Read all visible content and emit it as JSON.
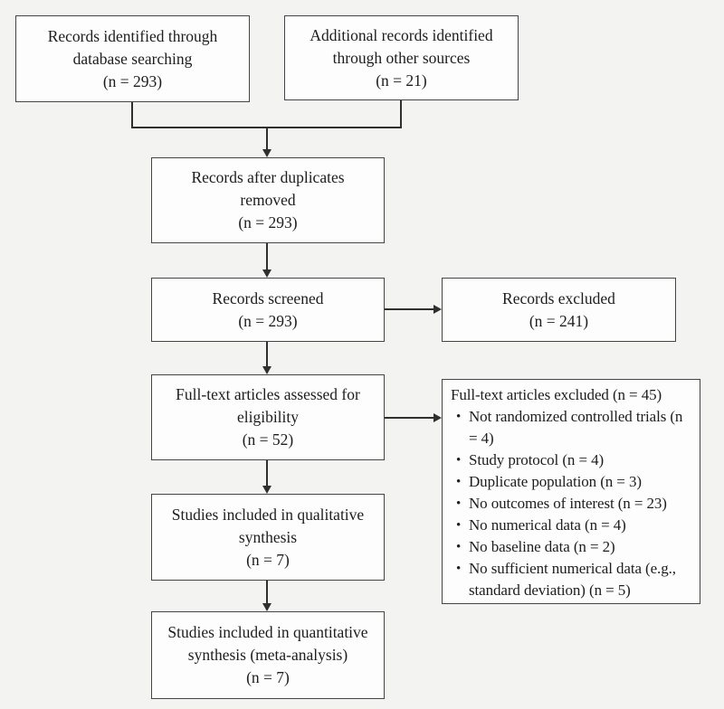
{
  "diagram": {
    "title": "PRISMA flow diagram",
    "colors": {
      "background": "#f3f3f1",
      "box_fill": "#fdfdfd",
      "box_border": "#454545",
      "text": "#1d1d1d",
      "line": "#2f2f2f"
    },
    "icons": {
      "bullet": "•"
    },
    "boxes": {
      "identified": {
        "lines": [
          "Records identified through",
          "database searching",
          "(n = 293)"
        ]
      },
      "additional": {
        "lines": [
          "Additional records identified",
          "through other sources",
          "(n = 21)"
        ]
      },
      "duplicates_removed": {
        "lines": [
          "Records after duplicates",
          "removed",
          "(n = 293)"
        ]
      },
      "screened": {
        "lines": [
          "Records screened",
          "(n = 293)"
        ]
      },
      "records_excluded": {
        "lines": [
          "Records excluded",
          "(n = 241)"
        ]
      },
      "fulltext_assessed": {
        "lines": [
          "Full-text articles assessed for",
          "eligibility",
          "(n = 52)"
        ]
      },
      "fulltext_excluded": {
        "title": "Full-text articles excluded (n = 45)",
        "bullets": [
          "Not randomized controlled trials (n = 4)",
          "Study protocol (n = 4)",
          "Duplicate population (n = 3)",
          "No outcomes of interest (n = 23)",
          "No numerical data (n = 4)",
          "No baseline data (n = 2)",
          "No sufficient numerical data (e.g., standard deviation) (n = 5)"
        ]
      },
      "qualitative": {
        "lines": [
          "Studies included in qualitative",
          "synthesis",
          "(n = 7)"
        ]
      },
      "quantitative": {
        "lines": [
          "Studies included in quantitative",
          "synthesis (meta-analysis)",
          "(n = 7)"
        ]
      }
    }
  }
}
